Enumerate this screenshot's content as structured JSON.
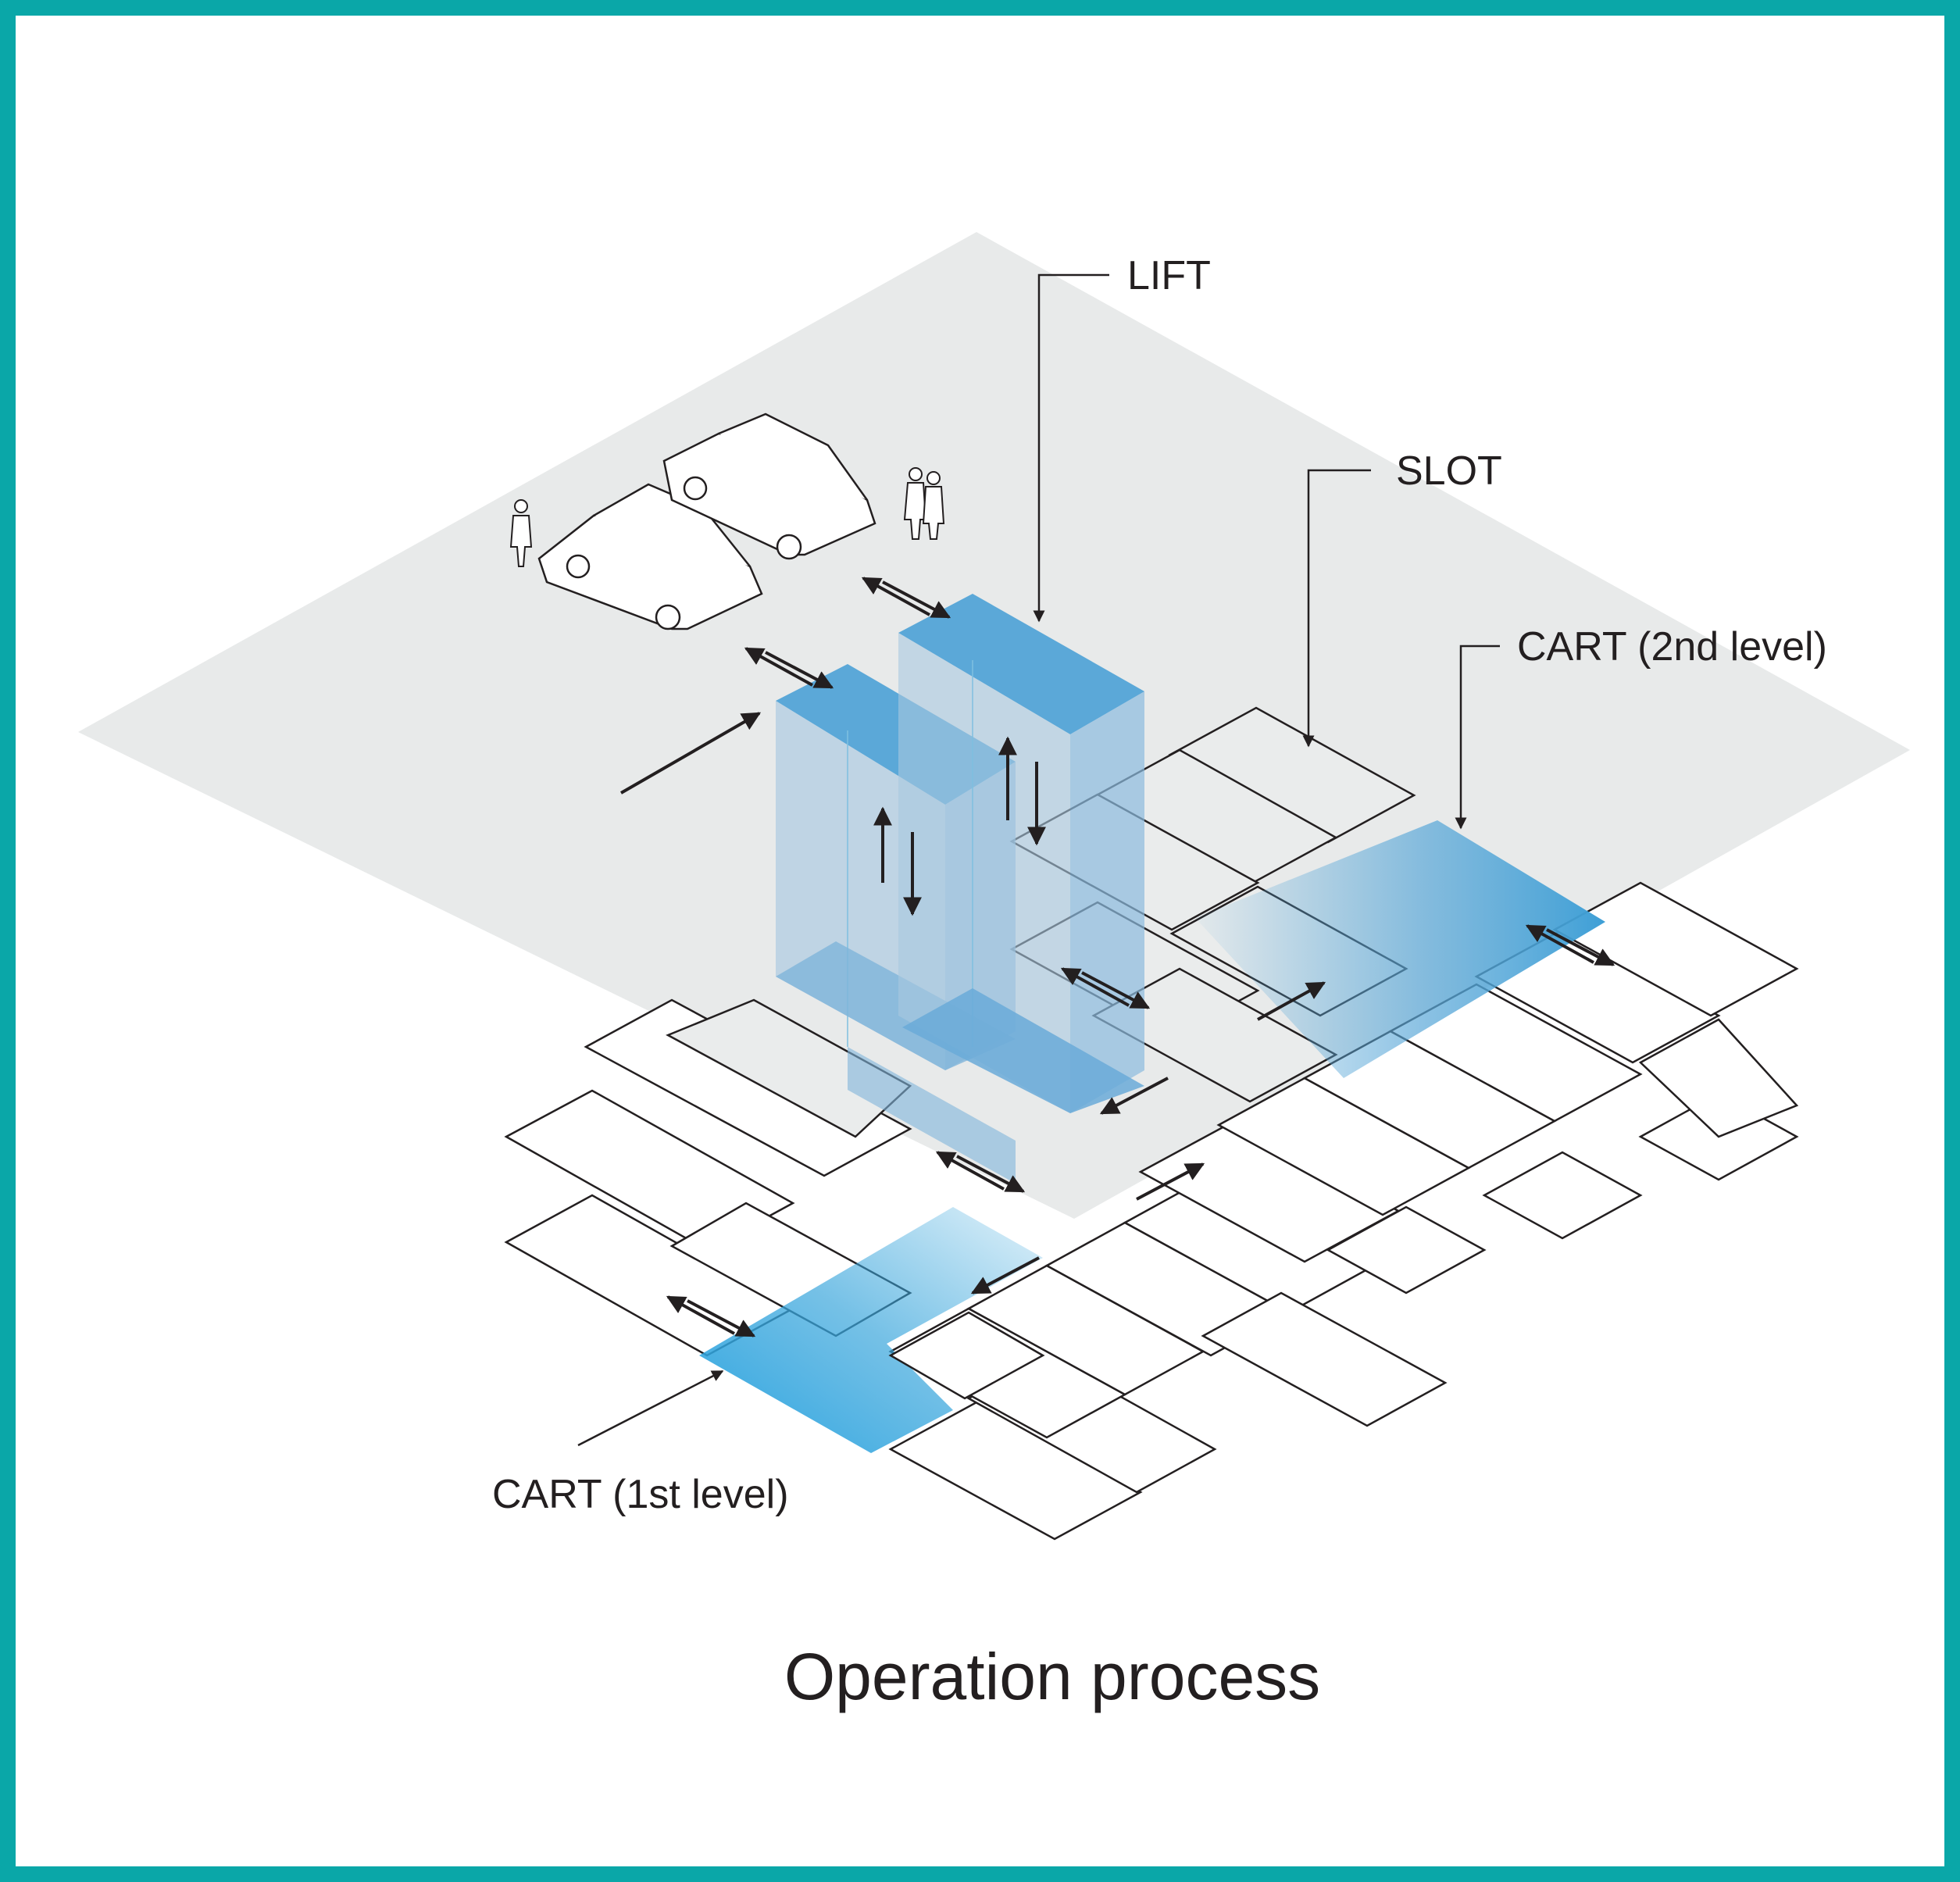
{
  "diagram": {
    "title": "Operation process",
    "labels": {
      "lift": "LIFT",
      "slot": "SLOT",
      "cart_2nd": "CART (2nd level)",
      "cart_1st": "CART (1st level)"
    },
    "colors": {
      "frame": "#0aa7a8",
      "upper_floor": "#e8eaea",
      "lift_top": "#5ba8d8",
      "lift_side": "#a9c8e0",
      "cart": "#3aa6dc",
      "outline": "#231f20"
    }
  }
}
